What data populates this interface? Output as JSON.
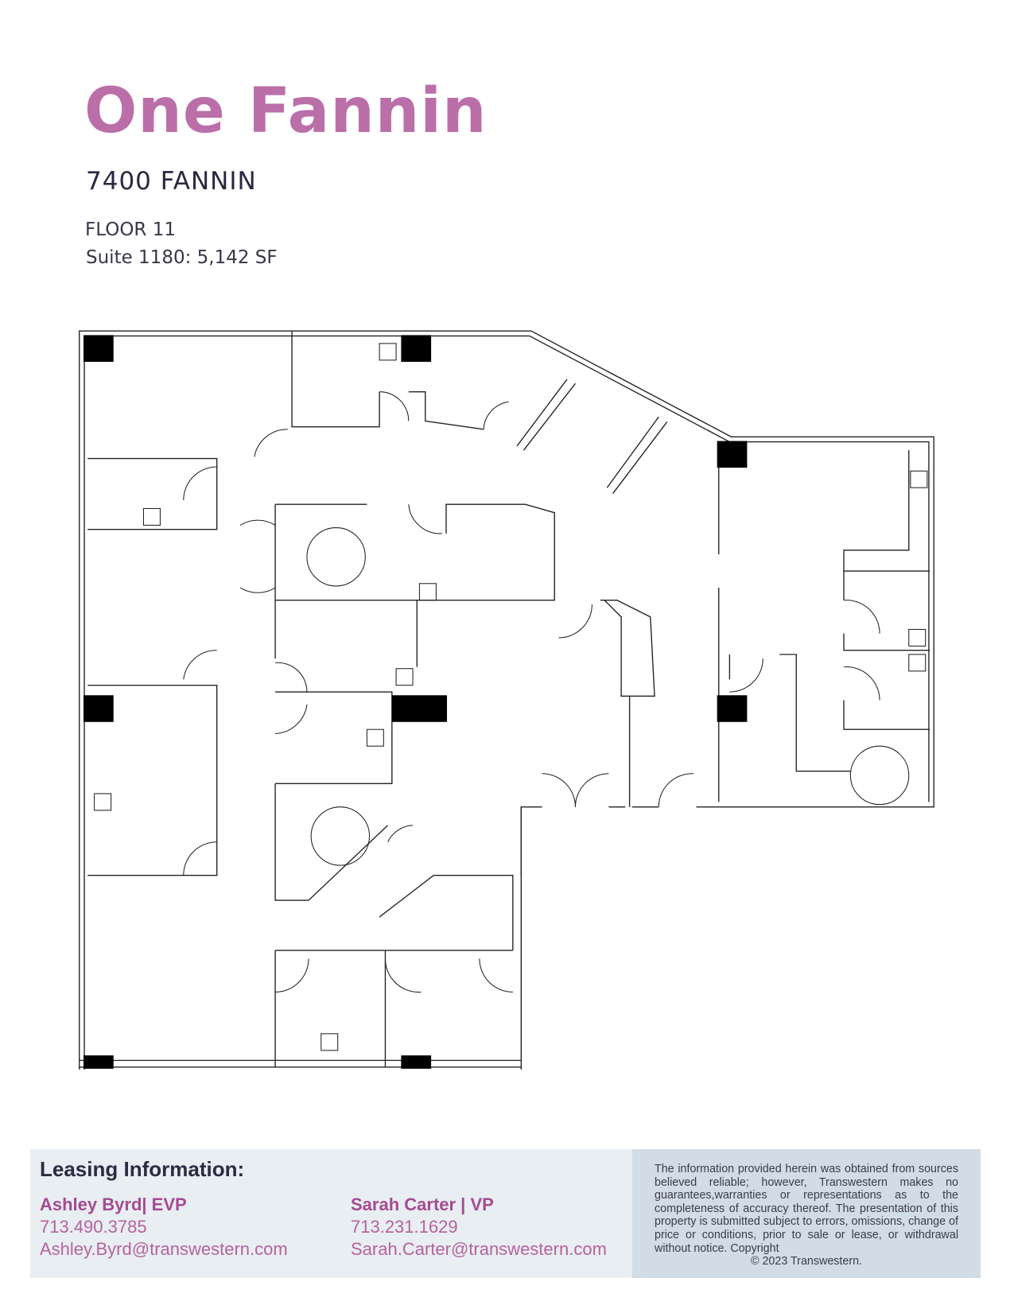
{
  "header": {
    "title": "One Fannin",
    "address": "7400 FANNIN",
    "floor": "FLOOR 11",
    "suite": "Suite 1180: 5,142 SF"
  },
  "colors": {
    "title": "#bb6fa9",
    "agent_name": "#a54a93",
    "footer_bg": "#e8eef1",
    "disclaimer_bg": "#d1dce6"
  },
  "footer": {
    "heading": "Leasing Information:",
    "agents": [
      {
        "name": "Ashley Byrd| EVP",
        "phone": "713.490.3785",
        "email": "Ashley.Byrd@transwestern.com"
      },
      {
        "name": "Sarah Carter | VP",
        "phone": "713.231.1629",
        "email": "Sarah.Carter@transwestern.com"
      }
    ],
    "disclaimer": "The information provided herein was obtained from sources believed reliable; however, Transwestern makes no guarantees,warranties or representations as to the completeness of accuracy thereof. The presentation of this property is submitted subject to errors, omissions, change of price or conditions, prior to sale or lease, or withdrawal without notice. Copyright",
    "copyright": "© 2023 Transwestern."
  }
}
